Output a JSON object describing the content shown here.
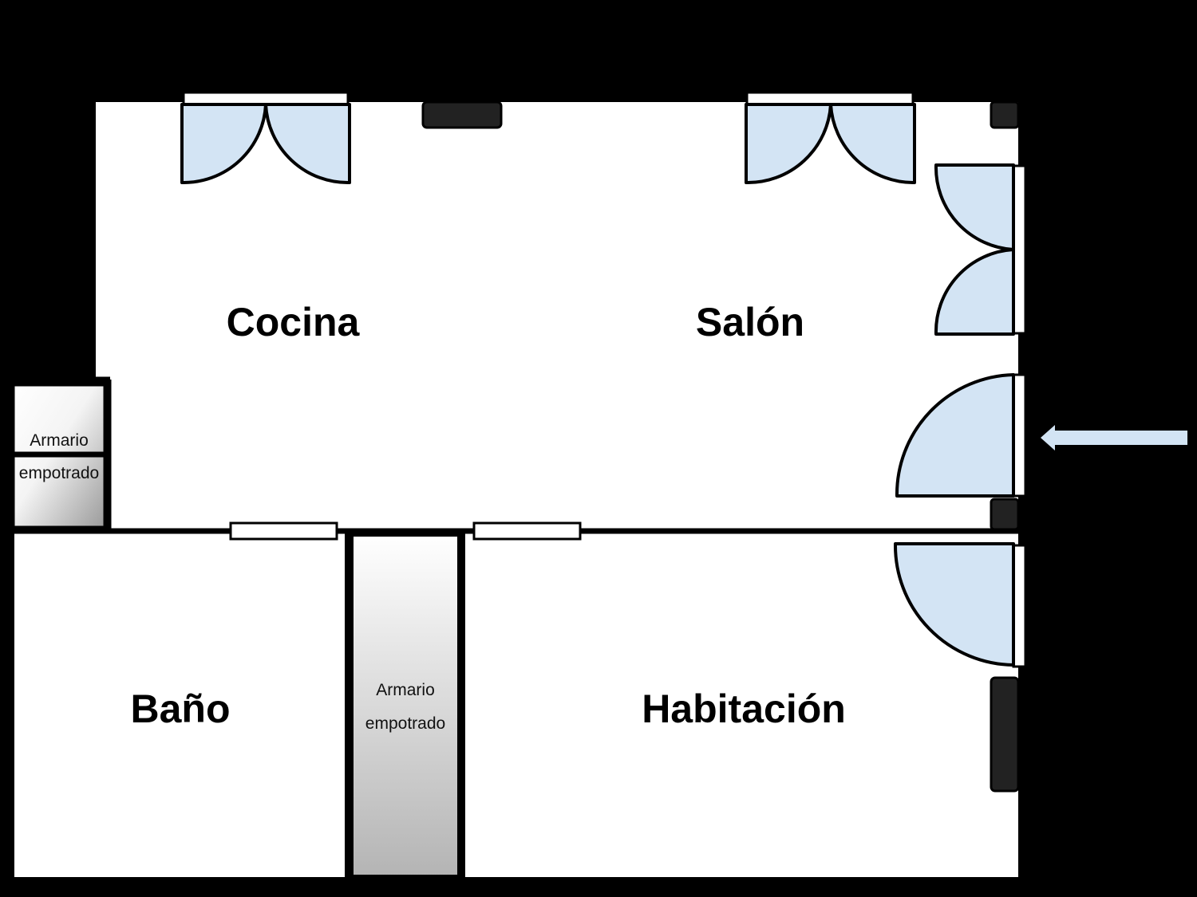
{
  "rooms": {
    "cocina": "Cocina",
    "salon": "Salón",
    "bano": "Baño",
    "habitacion": "Habitación"
  },
  "closets": {
    "left": {
      "line1": "Armario",
      "line2": "empotrado"
    },
    "center": {
      "line1": "Armario",
      "line2": "empotrado"
    }
  },
  "colors": {
    "background": "#000000",
    "floor": "#ffffff",
    "door_leaf": "#d3e4f4",
    "entrance_arrow": "#d3e4f4"
  },
  "icons": {
    "entrance": "arrow-left-icon"
  }
}
